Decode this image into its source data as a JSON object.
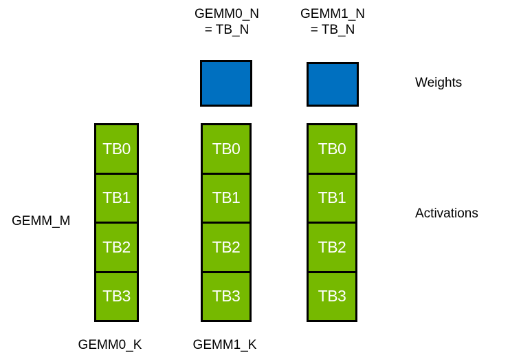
{
  "colors": {
    "green": "#76B900",
    "blue": "#0070C0",
    "border": "#000000",
    "tb-text": "#ffffff",
    "label-text": "#000000",
    "bg": "#ffffff"
  },
  "headers": [
    {
      "line1": "GEMM0_N",
      "line2": "= TB_N"
    },
    {
      "line1": "GEMM1_N",
      "line2": "= TB_N"
    }
  ],
  "columns": [
    {
      "id": "gemm0-k-activations",
      "tiles": [
        "TB0",
        "TB1",
        "TB2",
        "TB3"
      ]
    },
    {
      "id": "gemm1-k-activations",
      "tiles": [
        "TB0",
        "TB1",
        "TB2",
        "TB3"
      ]
    },
    {
      "id": "gemm1-n-activations",
      "tiles": [
        "TB0",
        "TB1",
        "TB2",
        "TB3"
      ]
    }
  ],
  "side_labels": {
    "gemm_m": "GEMM_M",
    "weights": "Weights",
    "activations": "Activations"
  },
  "bottom_labels": [
    "GEMM0_K",
    "GEMM1_K"
  ]
}
